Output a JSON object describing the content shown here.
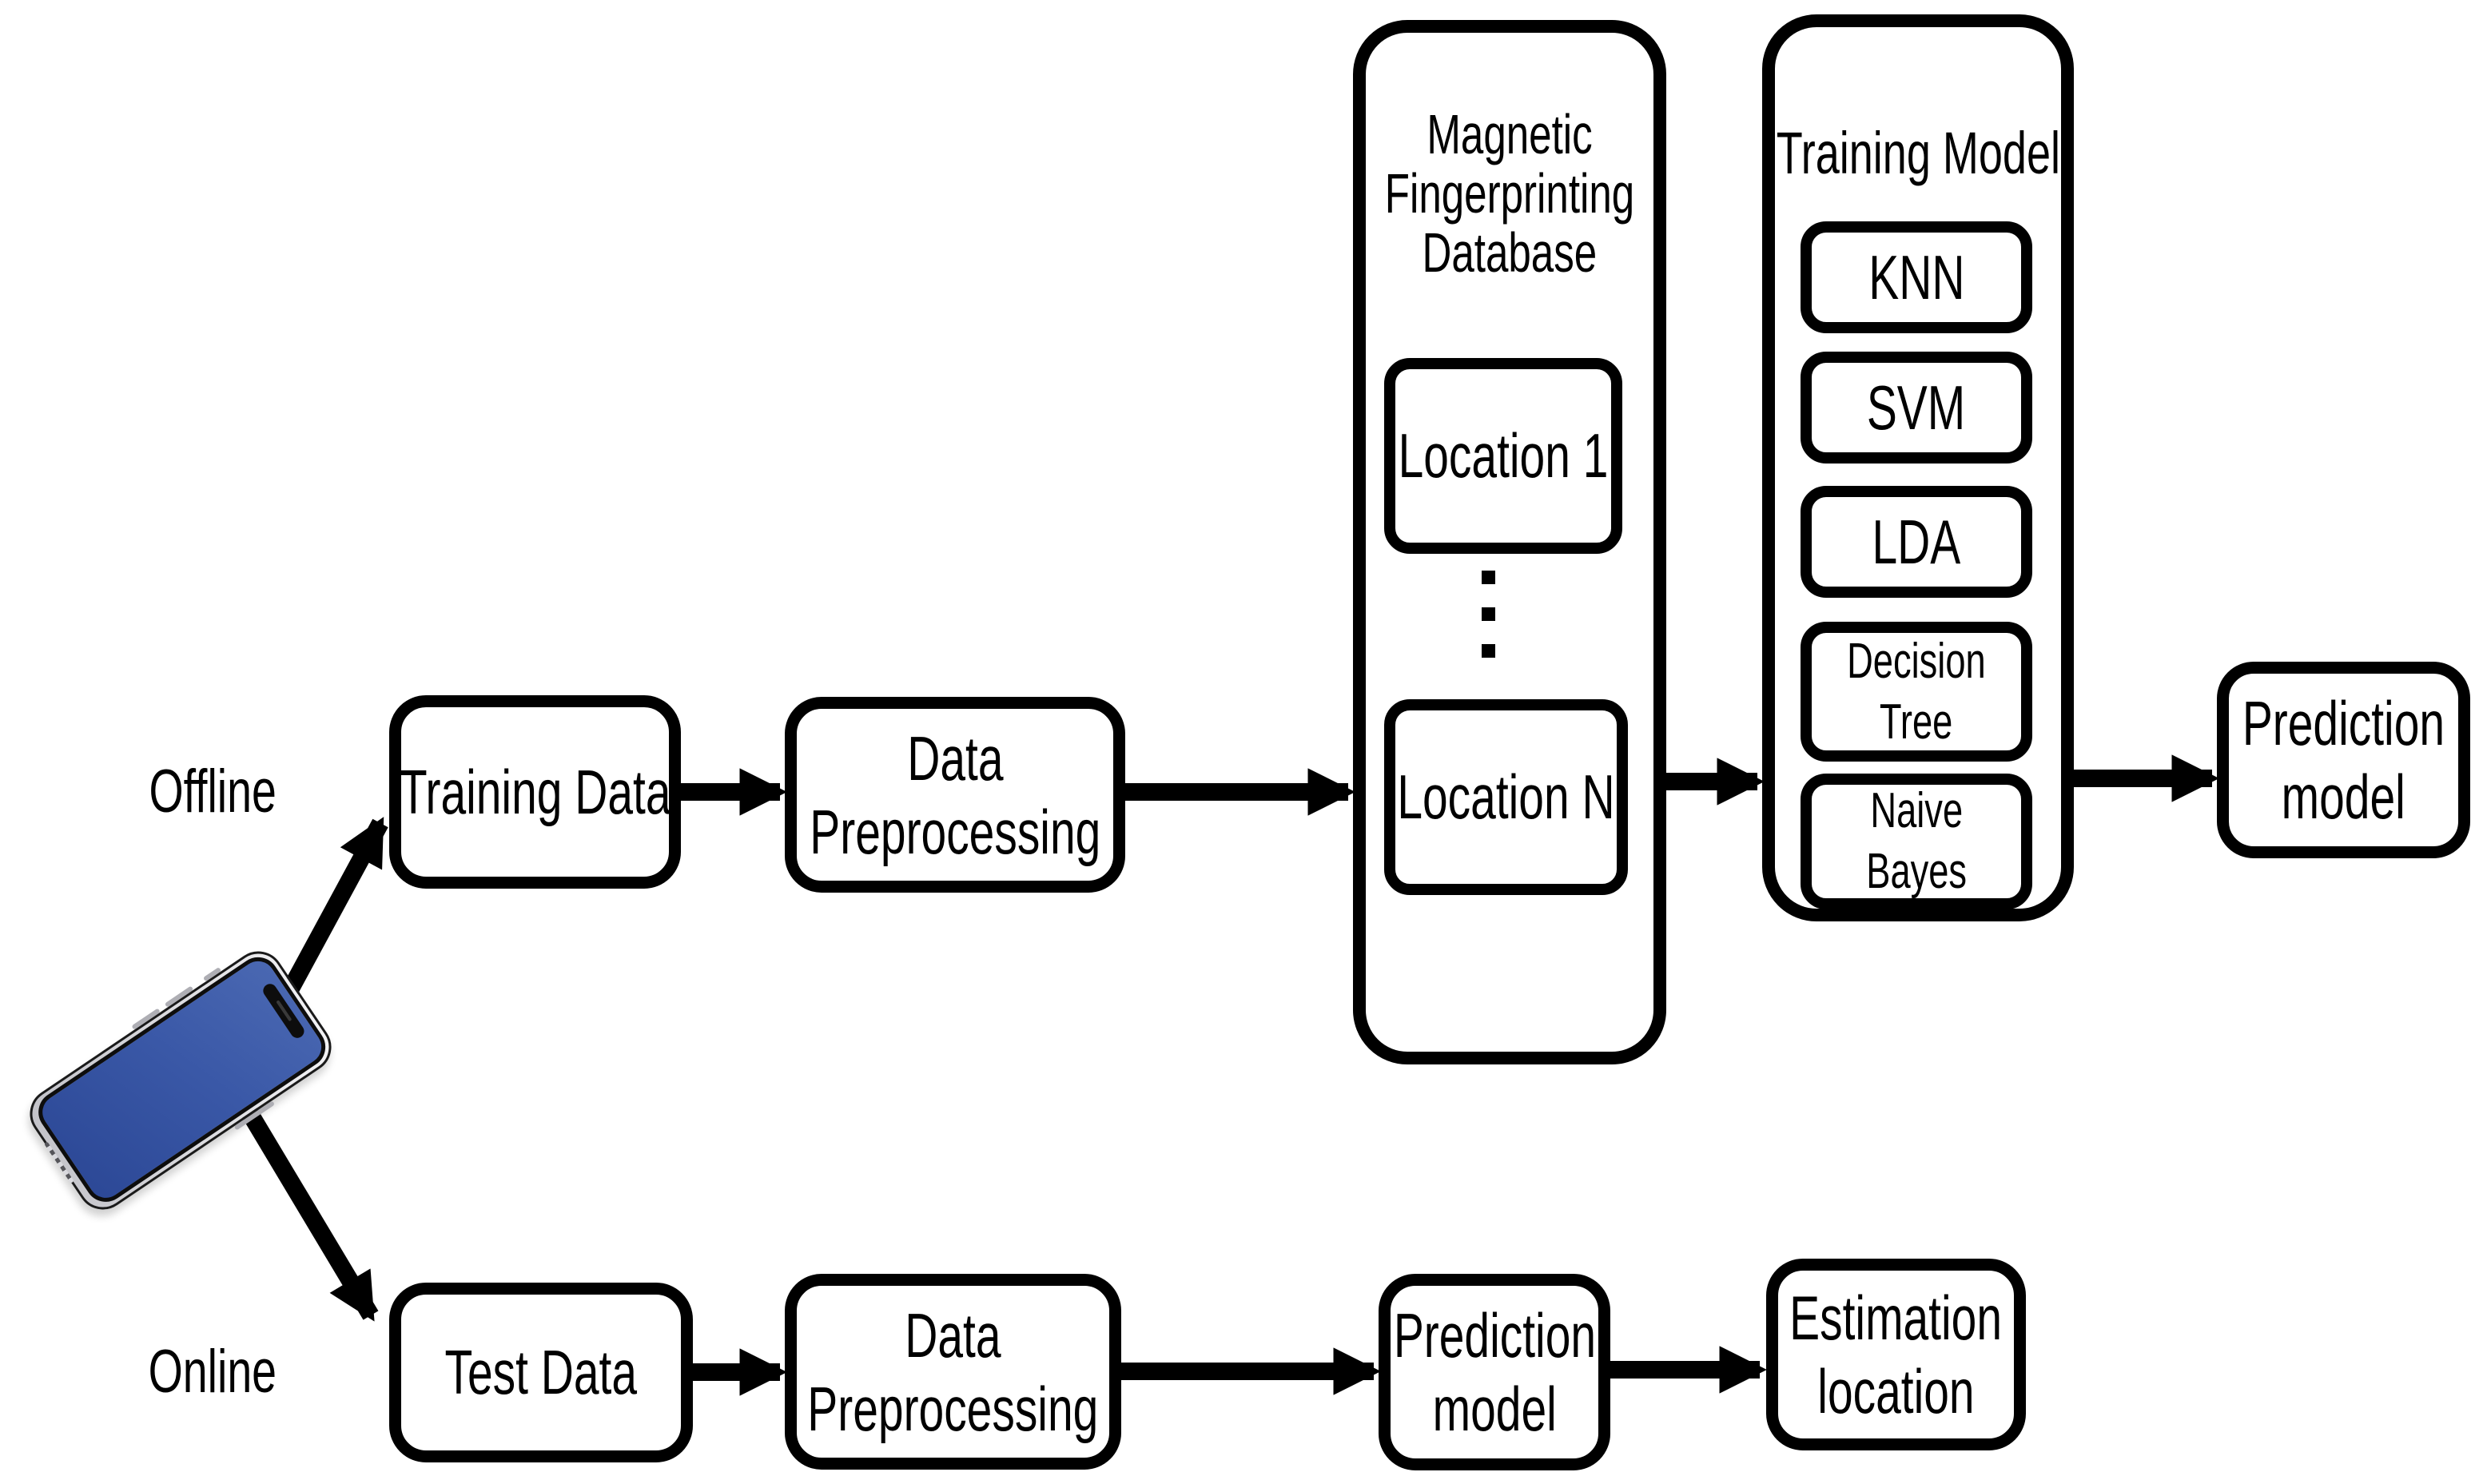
{
  "offline": {
    "label": "Offline",
    "training_data": "Training Data",
    "preprocess_line1": "Data",
    "preprocess_line2": "Preprocessing",
    "database": {
      "title_line1": "Magnetic",
      "title_line2": "Fingerprinting",
      "title_line3": "Database",
      "location_first": "Location 1",
      "location_last": "Location N"
    },
    "training_model": {
      "title": "Training Model",
      "alg1": "KNN",
      "alg2": "SVM",
      "alg3": "LDA",
      "alg4_line1": "Decision",
      "alg4_line2": "Tree",
      "alg5_line1": "Naive",
      "alg5_line2": "Bayes"
    },
    "prediction_line1": "Prediction",
    "prediction_line2": "model"
  },
  "online": {
    "label": "Online",
    "test_data": "Test Data",
    "preprocess_line1": "Data",
    "preprocess_line2": "Preprocessing",
    "prediction_line1": "Prediction",
    "prediction_line2": "model",
    "estimation_line1": "Estimation",
    "estimation_line2": "location"
  },
  "icons": {
    "phone": "smartphone-icon"
  },
  "colors": {
    "stroke": "#000000",
    "background": "#ffffff",
    "phone_screen_start": "#4a68b2",
    "phone_screen_end": "#2c4896",
    "phone_frame": "#d9d9de"
  }
}
